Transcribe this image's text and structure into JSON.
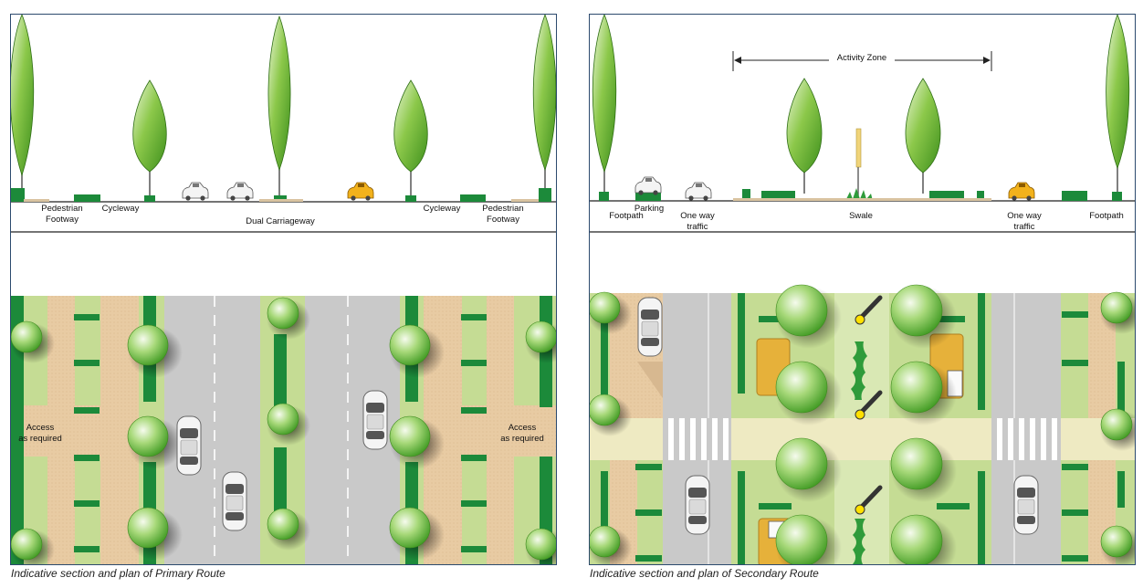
{
  "primary": {
    "caption": "Indicative section and plan of Primary Route",
    "section_labels": {
      "ped_left": "Pedestrian\nFootway",
      "cycle_left": "Cycleway",
      "carriageway": "Dual Carriageway",
      "cycle_right": "Cycleway",
      "ped_right": "Pedestrian\nFootway"
    },
    "plan_labels": {
      "access_left": "Access\nas required",
      "access_right": "Access\nas required"
    }
  },
  "secondary": {
    "caption": "Indicative section and plan of Secondary Route",
    "activity_zone": "Activity Zone",
    "section_labels": {
      "footpath_left": "Footpath",
      "parking": "Parking",
      "oneway_left": "One way\ntraffic",
      "swale": "Swale",
      "oneway_right": "One way\ntraffic",
      "footpath_right": "Footpath"
    }
  },
  "colors": {
    "frame": "#2c4a6e",
    "grass": "#c5dc94",
    "pavement": "#e6c9a2",
    "road": "#c9c9c9",
    "tree": "#6ab12b",
    "hedge": "#1c8a3a",
    "taxi": "#f2b21c"
  }
}
